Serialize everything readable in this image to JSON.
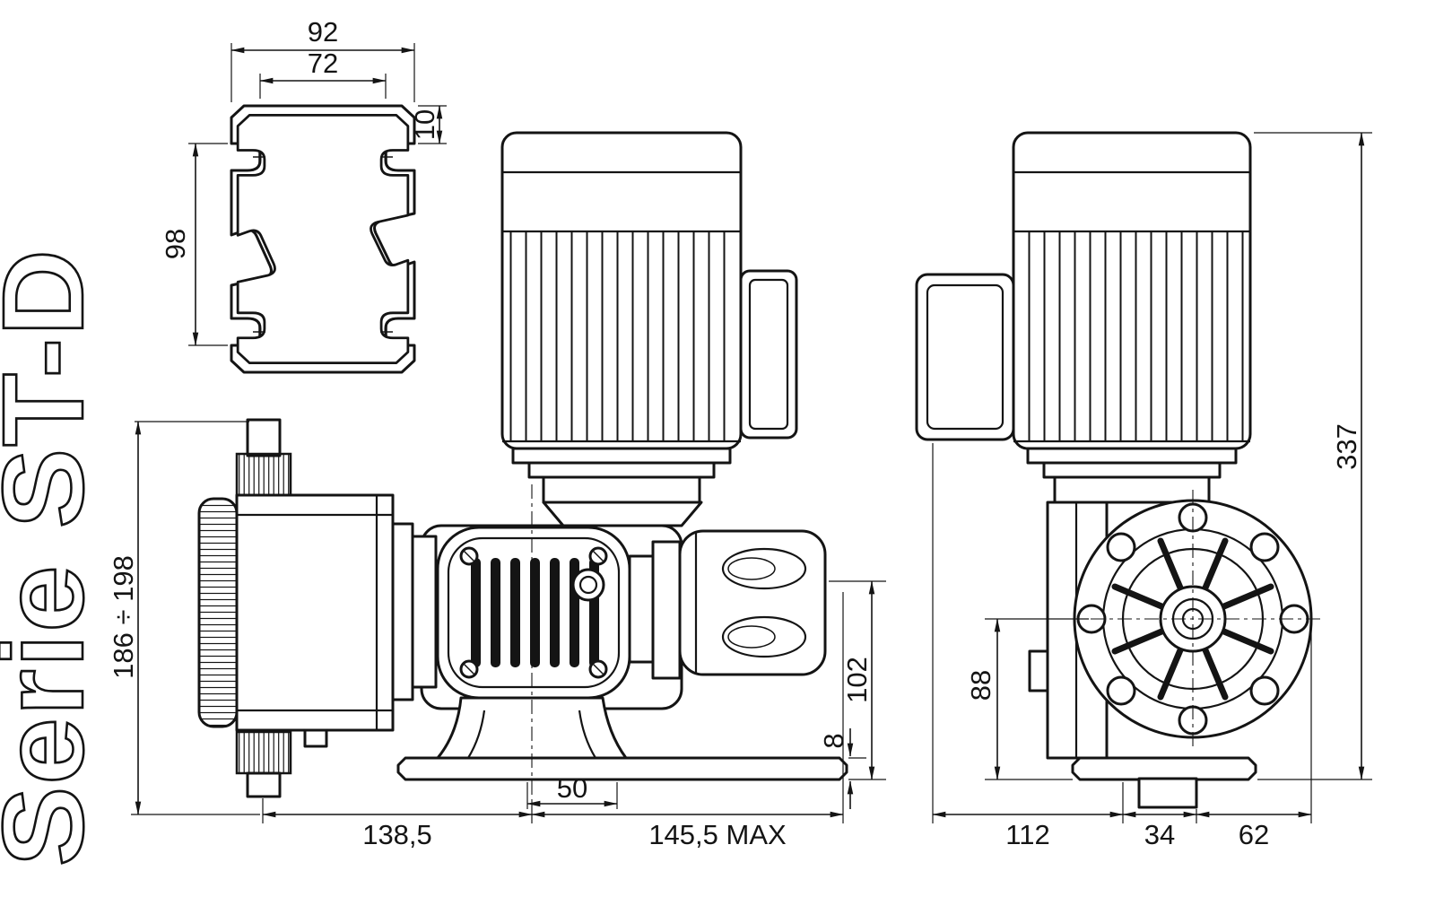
{
  "title": "Serie ST-D",
  "drawing": {
    "bracket": {
      "outer_width": "92",
      "inner_width": "72",
      "lip": "10",
      "height": "98"
    },
    "side": {
      "height_range": "186 ÷ 198",
      "length_left": "138,5",
      "base_slot": "50",
      "length_right": "145,5 MAX",
      "valve_height": "102",
      "base_thickness": "8"
    },
    "front": {
      "total_height": "337",
      "head_center_height": "88",
      "width_left": "112",
      "width_foot": "34",
      "width_right": "62"
    }
  }
}
